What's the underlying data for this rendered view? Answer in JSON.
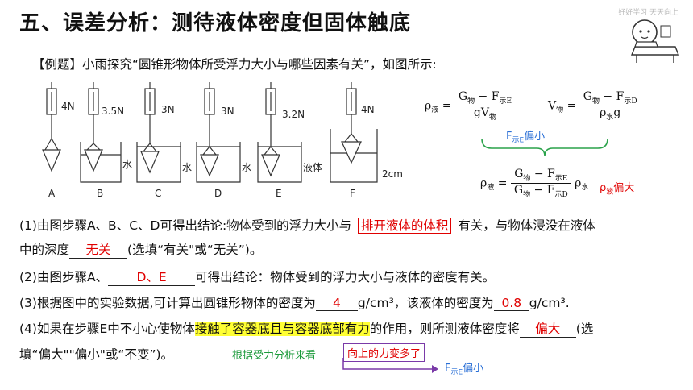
{
  "title": "五、误差分析：测待液体密度但固体触底",
  "corner_note": "好好学习 天天向上",
  "example": "【例题】小雨探究“圆锥形物体所受浮力大小与哪些因素有关”，如图所示:",
  "figure": {
    "readings": [
      "4N",
      "3.5N",
      "3N",
      "3N",
      "3.2N",
      "4N"
    ],
    "labels": [
      "A",
      "B",
      "C",
      "D",
      "E",
      "F"
    ],
    "liquid_labels": [
      "水",
      "水",
      "水",
      "液体"
    ],
    "depth": "2cm"
  },
  "formulas": {
    "rho": "ρ",
    "rho_sub_liquid": "液",
    "G": "G",
    "G_sub": "物",
    "minus": " − ",
    "F": "F",
    "F_sub_E": "示E",
    "F_sub_D": "示D",
    "g": "gV",
    "V_sub": "物",
    "V": "V",
    "rho_sub_water": "水",
    "g2": "g",
    "equals": "=",
    "note_fe_small": "偏小",
    "note_rho_large": "偏大"
  },
  "questions": {
    "q1_a": "(1)由图步骤A、B、C、D可得出结论:物体受到的浮力大小与",
    "q1_ans1": "排开液体的体积",
    "q1_b": "有关，与物体浸没在液体",
    "q1_c": "中的深度",
    "q1_ans2": "无关",
    "q1_d": "(选填“有关\"或“无关”)。",
    "q2_a": "(2)由图步骤A、",
    "q2_ans": "D、E",
    "q2_b": "可得出结论：物体受到的浮力大小与液体的密度有关。",
    "q3_a": "(3)根据图中的实验数据,可计算出圆锥形物体的密度为",
    "q3_ans1": "4",
    "q3_b": "g/cm³，该液体的密度为",
    "q3_ans2": "0.8",
    "q3_c": "g/cm³.",
    "q4_a": "(4)如果在步骤E中不小心使物体",
    "q4_hl": "接触了容器底且与容器底部有力",
    "q4_b": "的作用，则所测液体密度将",
    "q4_ans": "偏大",
    "q4_c": "(选",
    "q4_d": "填“偏大\"\"偏小\"或“不变”)。",
    "hint_green": "根据受力分析来看",
    "hint_red": "向上的力变多了",
    "hint_blue_f": "F",
    "hint_blue_sub": "示E",
    "hint_blue_tail": "偏小"
  }
}
